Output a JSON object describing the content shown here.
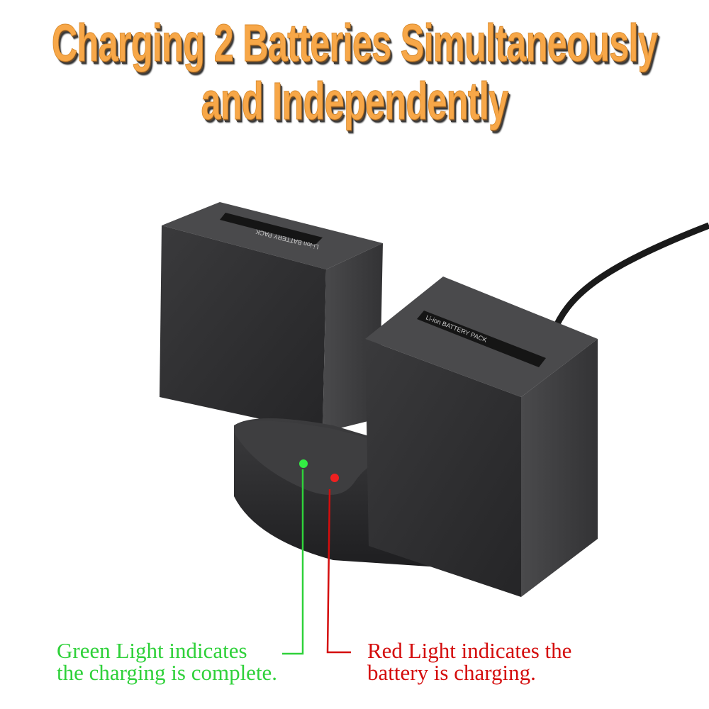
{
  "title": {
    "line1": "Charging 2 Batteries Simultaneously",
    "line2": "and Independently",
    "color": "#f7a748"
  },
  "product": {
    "battery_label_left": "Li-ion BATTERY PACK",
    "battery_label_right": "Li-ion BATTERY PACK"
  },
  "indicators": {
    "green": {
      "line1": "Green Light indicates",
      "line2": "the charging is complete.",
      "color": "#2fd13a"
    },
    "red": {
      "line1": "Red Light indicates the",
      "line2": "battery is charging.",
      "color": "#d40d0d"
    }
  }
}
